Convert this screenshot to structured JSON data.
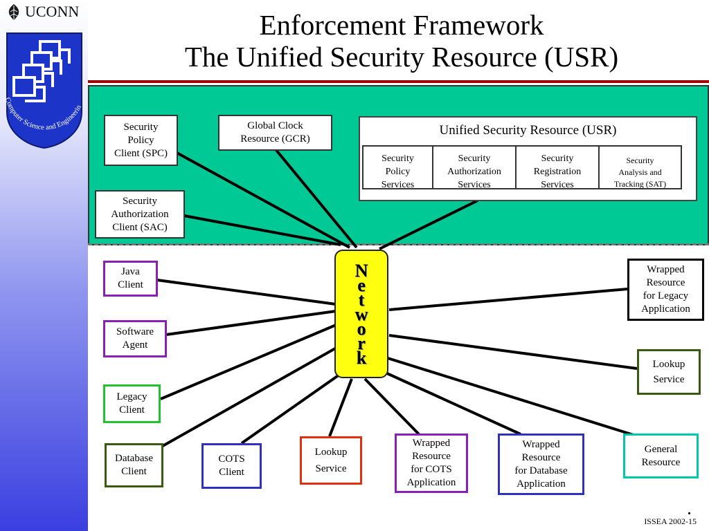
{
  "header": {
    "uconn": "UCONN",
    "logo_text": "Computer Science and Engineering",
    "title_line1": "Enforcement Framework",
    "title_line2": "The Unified Security Resource (USR)"
  },
  "top_clients": {
    "spc": "Security\nPolicy\nClient (SPC)",
    "gcr": "Global Clock\nResource (GCR)",
    "sac": "Security\nAuthorization\nClient (SAC)"
  },
  "usr": {
    "title": "Unified Security Resource (USR)",
    "services": [
      {
        "label": "Security\nPolicy\nServices"
      },
      {
        "label": "Security\nAuthorization\nServices"
      },
      {
        "label": "Security\nRegistration\nServices"
      },
      {
        "label": "Security\nAnalysis and\nTracking (SAT)"
      }
    ]
  },
  "network": {
    "label": "Network"
  },
  "left_nodes": {
    "java": "Java\nClient",
    "agent": "Software\nAgent",
    "legacy": "Legacy\nClient",
    "database": "Database\nClient"
  },
  "bottom_nodes": {
    "cots_client": "COTS\nClient",
    "lookup_bottom": "Lookup\nService",
    "wrapped_cots": "Wrapped\nResource\nfor  COTS\nApplication",
    "wrapped_db": "Wrapped\nResource\nfor Database\nApplication",
    "general": "General\nResource"
  },
  "right_nodes": {
    "wrapped_legacy": "Wrapped\nResource\nfor Legacy\nApplication",
    "lookup_right": "Lookup\nService"
  },
  "colors": {
    "green_band": "#00c996",
    "network": "#ffff10",
    "purple": "#8a1fb5",
    "green": "#22c22e",
    "dark_green": "#3a5a10",
    "blue": "#3030c0",
    "red": "#e03010",
    "teal": "#00c8a8",
    "black": "#000000",
    "rule": "#a00000"
  },
  "footer": {
    "page": "ISSEA 2002-15",
    "dot": "."
  }
}
